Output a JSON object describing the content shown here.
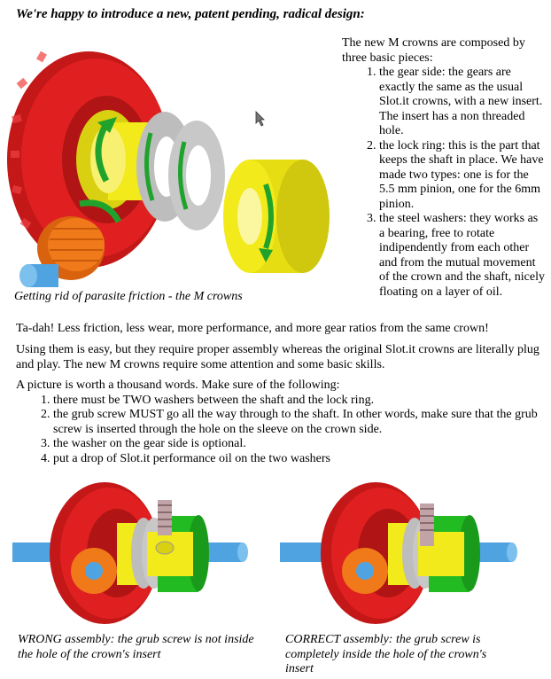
{
  "intro": "We're  happy to introduce a new, patent pending, radical design:",
  "hero_caption": "Getting rid of parasite friction - the M crowns",
  "description": {
    "lead": "The new M crowns are composed by three basic pieces:",
    "items": [
      "the gear side: the gears are exactly the same as the usual Slot.it crowns, with a new insert. The insert has a non threaded hole.",
      "the lock ring: this is the part that keeps the shaft in place. We have made two types: one is for the 5.5 mm pinion, one for the 6mm pinion.",
      "the steel washers: they works as a bearing, free to rotate indipendently from each other and from the mutual movement of the crown and the shaft, nicely floating on a layer of oil."
    ]
  },
  "para1": "Ta-dah! Less friction, less wear, more performance, and more gear ratios from the same crown!",
  "para2": "Using them is easy, but they require proper assembly whereas the original Slot.it crowns are literally plug and play. The new M crowns require some attention and some basic skills.",
  "checklist": {
    "lead": "A picture is worth a thousand words. Make sure of the following:",
    "items": [
      "there must be TWO washers between the shaft and the lock ring.",
      "the grub screw MUST go all the way through to the shaft. In other words, make sure that the grub screw is inserted through the hole on the sleeve on the crown side.",
      "the washer on the gear side is optional.",
      "put a drop of Slot.it performance oil on the two washers"
    ]
  },
  "wrong_caption": "WRONG assembly: the grub screw is not inside the hole of the crown's insert",
  "correct_caption": "CORRECT assembly: the grub screw is completely inside the hole of the crown's insert",
  "colors": {
    "crown_red": "#e02020",
    "insert_yellow": "#f2ea1a",
    "washer_grey": "#c8c8c8",
    "arrow_green": "#1fa32c",
    "pinion_orange": "#f07a1a",
    "shaft_blue": "#4fa3e0",
    "lockring_green": "#22bb22"
  }
}
